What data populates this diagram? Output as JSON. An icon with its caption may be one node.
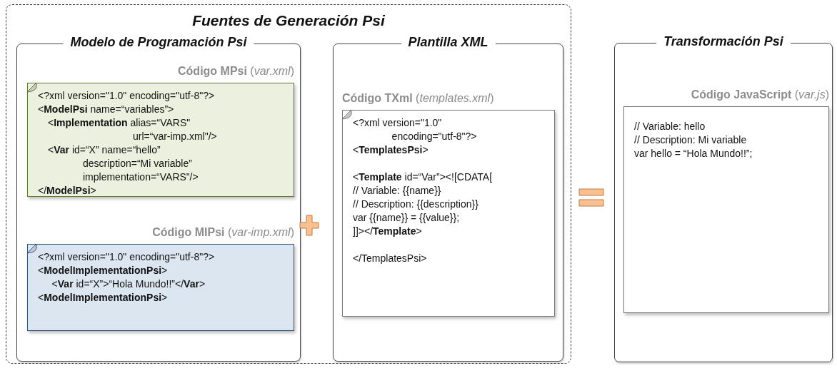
{
  "diagram": {
    "nodes": [
      {
        "text": [
          "Fuentes de Generación Psi"
        ]
      },
      {
        "text": [
          "Modelo de Programación Psi"
        ],
        "in": 0
      },
      {
        "text": [
          "**Código MPsi** (*var.xml*)",
          "<?xml version=\"1.0\" encoding=\"utf-8\"?>",
          "<**ModelPsi** name=“variables”>",
          "<**Implementation** alias=“VARS\"",
          "url=“var-imp.xml\"/>",
          "<**Var** id=“X” name=“hello”",
          "description=“Mi variable”",
          "implementation=“VARS”/>",
          "</**ModelPsi**>"
        ],
        "in": 1
      },
      {
        "text": [
          "**Código MIPsi** (*var-imp.xml*)",
          "<?xml version=\"1.0\" encoding=\"utf-8\"?>",
          "<**ModelImplementationPsi**>",
          "<**Var** id=“X”>“Hola Mundo!!”</**Var**>",
          "<**ModelImplementationPsi**>"
        ],
        "in": 1
      },
      {
        "text": [],
        "shape": "plus",
        "in": 0
      },
      {
        "text": [
          "Plantilla XML"
        ],
        "in": 0
      },
      {
        "text": [
          "**Código TXml** (*templates.xml*)",
          "<?xml version=\"1.0\"",
          "encoding=\"utf-8\"?>",
          "<**TemplatesPsi**>",
          "<**Template** id=“Var”><![CDATA[",
          "// Variable: {{name}}",
          "// Description: {{description}}",
          "var {{name}} = {{value}};",
          "]]></**Template**>",
          "</TemplatesPsi>"
        ],
        "in": 5
      },
      {
        "text": [],
        "shape": "equals"
      },
      {
        "text": [
          "Transformación Psi"
        ]
      },
      {
        "text": [
          "**Código JavaScript** (*var.js*)",
          "// Variable: hello",
          "// Description: Mi variable",
          "var hello = “Hola Mundo!!”;"
        ],
        "in": 8
      }
    ]
  }
}
